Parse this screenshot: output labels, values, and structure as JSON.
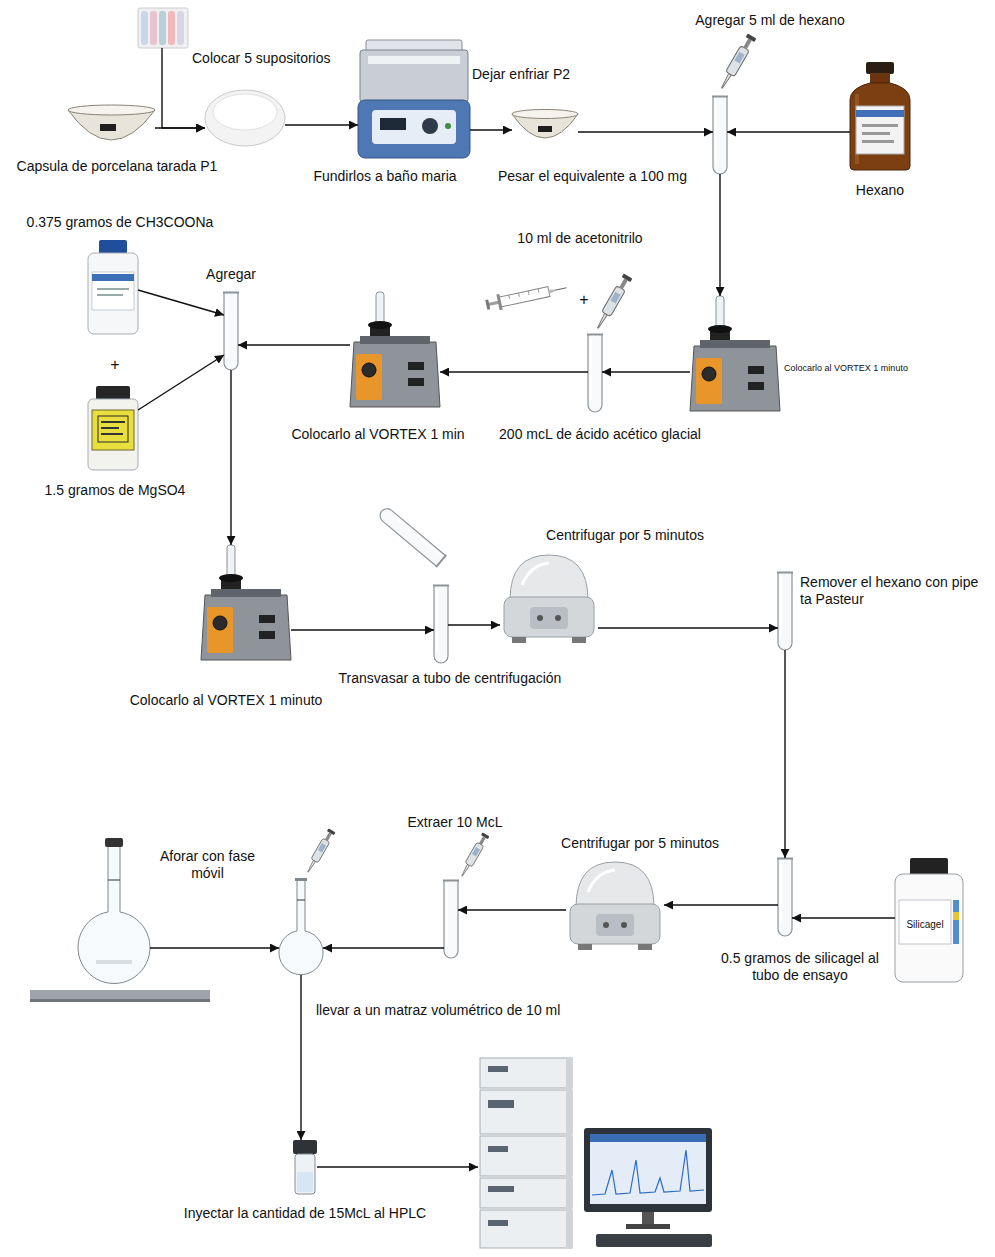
{
  "diagram": {
    "nodes": [
      {
        "text": [
          "Capsula de porcelana tarada P1"
        ]
      },
      {
        "text": [
          "Colocar 5 supositorios"
        ]
      },
      {
        "text": []
      },
      {
        "text": [
          "Fundirlos a baño maria"
        ]
      },
      {
        "text": [
          "Pesar el equivalente a 100 mg"
        ]
      },
      {
        "text": [
          "Agregar 5 ml de hexano"
        ]
      },
      {
        "text": [
          "Hexano"
        ]
      },
      {
        "text": [
          "Colocarlo al VORTEX 1 minuto"
        ]
      },
      {
        "text": [
          "10 ml de acetonitrilo",
          "200 mcL de ácido acético glacial"
        ]
      },
      {
        "text": [
          "Colocarlo al VORTEX 1 min"
        ]
      },
      {
        "text": [
          "0.375 gramos de CH3COONa"
        ]
      },
      {
        "text": [
          "1.5 gramos de MgSO4"
        ]
      },
      {
        "text": [
          "Agregar"
        ]
      },
      {
        "text": [
          "Colocarlo al VORTEX 1 minuto"
        ]
      },
      {
        "text": [
          "Transvasar a tubo de centrifugación"
        ]
      },
      {
        "text": [
          "Centrifugar por 5 minutos"
        ]
      },
      {
        "text": [
          "Remover el hexano con pipe ta Pasteur"
        ]
      },
      {
        "text": [
          "Silicagel"
        ]
      },
      {
        "text": [
          "0.5 gramos de silicagel al tubo de ensayo"
        ]
      },
      {
        "text": [
          "Centrifugar por 5 minutos"
        ]
      },
      {
        "text": [
          "Extraer 10 McL"
        ]
      },
      {
        "text": [
          "Aforar con fase móvil"
        ]
      },
      {
        "text": [
          "llevar a un matraz volumétrico de 10 ml"
        ]
      },
      {
        "text": [
          "Inyectar la cantidad de 15McL al HPLC"
        ]
      },
      {
        "text": []
      }
    ],
    "edges": [
      {
        "from": 0,
        "to": 2,
        "arrow": "to"
      },
      {
        "from": 1,
        "to": 2,
        "arrow": "to"
      },
      {
        "from": 2,
        "to": 3,
        "arrow": "to"
      },
      {
        "from": 3,
        "to": 4,
        "label": "Dejar enfriar P2",
        "arrow": "to"
      },
      {
        "from": 4,
        "to": 5,
        "arrow": "to"
      },
      {
        "from": 6,
        "to": 5,
        "arrow": "to"
      },
      {
        "from": 5,
        "to": 7,
        "arrow": "to"
      },
      {
        "from": 7,
        "to": 8,
        "arrow": "to"
      },
      {
        "from": 8,
        "to": 9,
        "arrow": "to"
      },
      {
        "from": 9,
        "to": 12,
        "arrow": "to"
      },
      {
        "from": 10,
        "to": 12,
        "arrow": "to"
      },
      {
        "from": 11,
        "to": 12,
        "arrow": "to"
      },
      {
        "from": 12,
        "to": 13,
        "arrow": "to"
      },
      {
        "from": 13,
        "to": 14,
        "arrow": "to"
      },
      {
        "from": 14,
        "to": 15,
        "arrow": "to"
      },
      {
        "from": 15,
        "to": 16,
        "arrow": "to"
      },
      {
        "from": 16,
        "to": 18,
        "arrow": "to"
      },
      {
        "from": 17,
        "to": 18,
        "arrow": "to"
      },
      {
        "from": 18,
        "to": 19,
        "arrow": "to"
      },
      {
        "from": 19,
        "to": 20,
        "arrow": "to"
      },
      {
        "from": 20,
        "to": 22,
        "arrow": "to"
      },
      {
        "from": 21,
        "to": 22,
        "arrow": "to"
      },
      {
        "from": 22,
        "to": 23,
        "arrow": "to"
      },
      {
        "from": 23,
        "to": 24,
        "arrow": "to"
      }
    ],
    "labels": [
      "+",
      "+"
    ]
  }
}
